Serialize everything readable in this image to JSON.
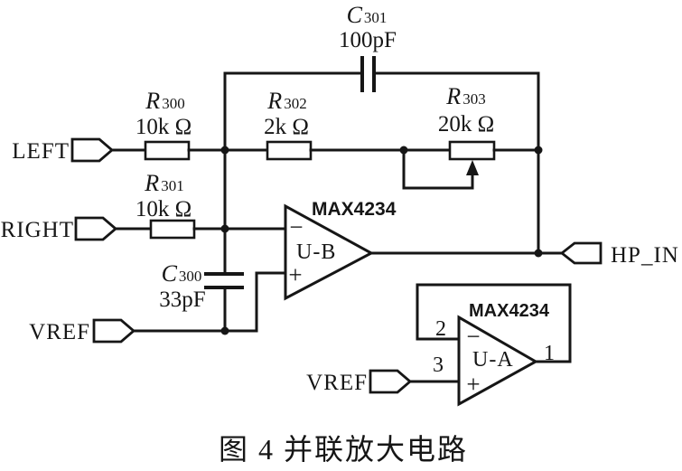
{
  "caption": "图 4 并联放大电路",
  "ports": {
    "left": "LEFT",
    "right": "RIGHT",
    "vref_b": "VREF",
    "vref_a": "VREF",
    "hp_in": "HP_IN"
  },
  "components": {
    "c301": {
      "des": "C",
      "num": "301",
      "value": "100pF"
    },
    "c300": {
      "des": "C",
      "num": "300",
      "value": "33pF"
    },
    "r300": {
      "des": "R",
      "num": "300",
      "value": "10k Ω"
    },
    "r301": {
      "des": "R",
      "num": "301",
      "value": "10k Ω"
    },
    "r302": {
      "des": "R",
      "num": "302",
      "value": "2k Ω"
    },
    "r303": {
      "des": "R",
      "num": "303",
      "value": "20k Ω"
    }
  },
  "opamps": {
    "ub": {
      "part": "MAX4234",
      "name": "U-B",
      "inv_sign": "−",
      "noninv_sign": "+"
    },
    "ua": {
      "part": "MAX4234",
      "name": "U-A",
      "inv_sign": "−",
      "noninv_sign": "+",
      "pin_inv": "2",
      "pin_noninv": "3",
      "pin_out": "1"
    }
  },
  "colors": {
    "ink": "#161616",
    "background": "#ffffff"
  }
}
